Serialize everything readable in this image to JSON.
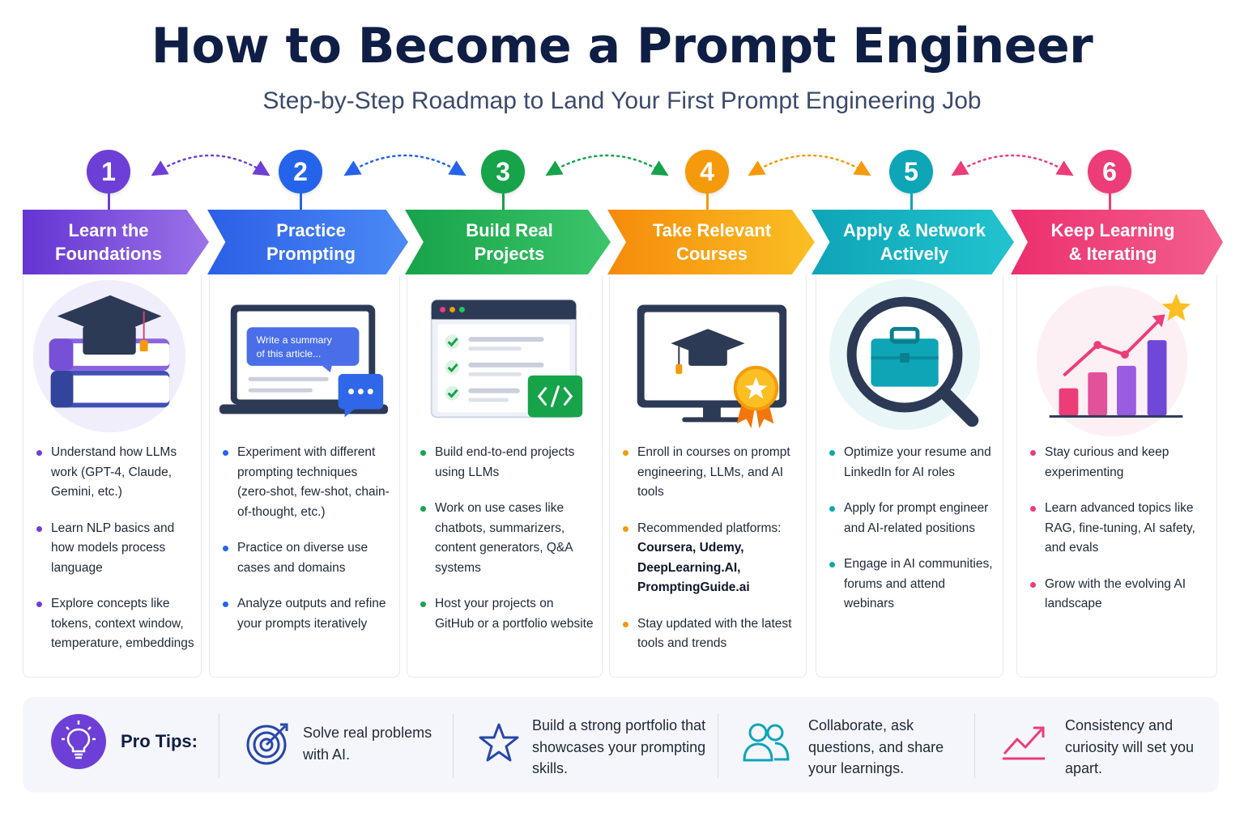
{
  "title": "How to Become a Prompt Engineer",
  "subtitle": "Step-by-Step Roadmap to Land Your First Prompt Engineering Job",
  "steps": [
    {
      "number": "1",
      "title_line1": "Learn the",
      "title_line2": "Foundations",
      "color": "#6d3fd6",
      "icon": "graduation-cap-on-books-icon",
      "bullets": [
        "Understand how LLMs work (GPT-4, Claude, Gemini, etc.)",
        "Learn NLP basics and how models process language",
        "Explore concepts like tokens, context window, temperature, embeddings"
      ]
    },
    {
      "number": "2",
      "title_line1": "Practice",
      "title_line2": "Prompting",
      "color": "#2563eb",
      "icon": "laptop-chat-icon",
      "illus_text": "Write a summary of this article...",
      "bullets": [
        "Experiment with different prompting techniques (zero-shot, few-shot, chain-of-thought, etc.)",
        "Practice on diverse use cases and domains",
        "Analyze outputs and refine your prompts iteratively"
      ]
    },
    {
      "number": "3",
      "title_line1": "Build Real",
      "title_line2": "Projects",
      "color": "#16a34a",
      "icon": "code-checklist-window-icon",
      "bullets": [
        "Build end-to-end projects using LLMs",
        "Work on use cases like chatbots, summarizers, content generators, Q&A systems",
        "Host your projects on GitHub or a portfolio website"
      ]
    },
    {
      "number": "4",
      "title_line1": "Take Relevant",
      "title_line2": "Courses",
      "color": "#f59a0b",
      "icon": "monitor-graduation-badge-icon",
      "bullets": [
        "Enroll in courses on prompt engineering, LLMs, and AI tools",
        "Stay updated with the latest tools and trends"
      ],
      "platforms_label": "Recommended platforms:",
      "platforms": "Coursera, Udemy, DeepLearning.AI, PromptingGuide.ai"
    },
    {
      "number": "5",
      "title_line1": "Apply & Network",
      "title_line2": "Actively",
      "color": "#0ea5b7",
      "icon": "magnifier-briefcase-icon",
      "bullets": [
        "Optimize your resume and LinkedIn for AI roles",
        "Apply for prompt engineer and AI-related positions",
        "Engage in AI communities, forums and attend webinars"
      ]
    },
    {
      "number": "6",
      "title_line1": "Keep Learning",
      "title_line2": "& Iterating",
      "color": "#ec3d78",
      "icon": "growth-chart-star-icon",
      "bullets": [
        "Stay curious and keep experimenting",
        "Learn advanced topics like RAG, fine-tuning, AI safety, and evals",
        "Grow with the evolving AI landscape"
      ]
    }
  ],
  "pro_tips": {
    "label": "Pro Tips:",
    "tips": [
      {
        "icon": "target-icon",
        "text": "Solve real problems with AI."
      },
      {
        "icon": "star-icon",
        "text": "Build a strong portfolio that showcases your prompting skills."
      },
      {
        "icon": "people-icon",
        "text": "Collaborate, ask questions, and share your learnings."
      },
      {
        "icon": "trend-up-icon",
        "text": "Consistency and curiosity will set you apart."
      }
    ]
  }
}
